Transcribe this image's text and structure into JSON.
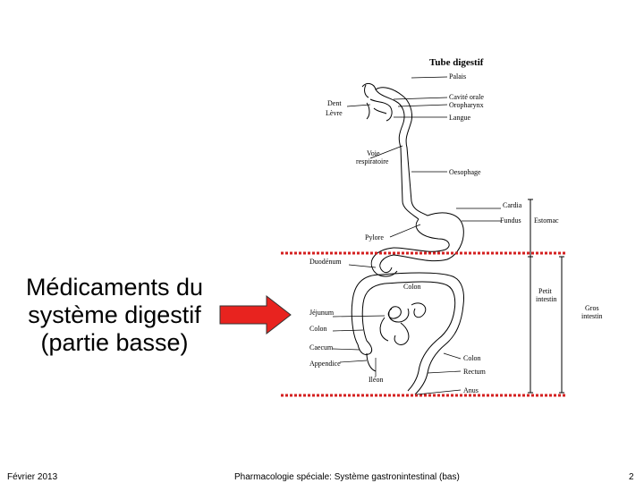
{
  "title": {
    "lines": [
      "Médicaments du",
      "système digestif",
      "(partie basse)"
    ]
  },
  "colors": {
    "arrow": "#e8231f",
    "dotted_lines": "#d42020"
  },
  "diagram": {
    "heading": "Tube digestif",
    "labels": {
      "palais": "Palais",
      "cavite_orale": "Cavité orale",
      "oropharynx": "Oropharynx",
      "langue": "Langue",
      "dent": "Dent",
      "levre": "Lèvre",
      "voie_respiratoire_1": "Voie",
      "voie_respiratoire_2": "respiratoire",
      "oesophage": "Oesophage",
      "cardia": "Cardia",
      "fundus": "Fundus",
      "estomac": "Estomac",
      "pylore": "Pylore",
      "duodenum": "Duodénum",
      "colon_top": "Colon",
      "petit_intestin_1": "Petit",
      "petit_intestin_2": "intestin",
      "gros_intestin_1": "Gros",
      "gros_intestin_2": "intestin",
      "jejunum": "Jéjunum",
      "colon_left": "Colon",
      "caecum": "Caecum",
      "appendice": "Appendice",
      "ileon": "Iléon",
      "colon_right": "Colon",
      "rectum": "Rectum",
      "anus": "Anus"
    }
  },
  "footer": {
    "date": "Février 2013",
    "course": "Pharmacologie spéciale: Système gastronintestinal (bas)",
    "page": "2"
  }
}
